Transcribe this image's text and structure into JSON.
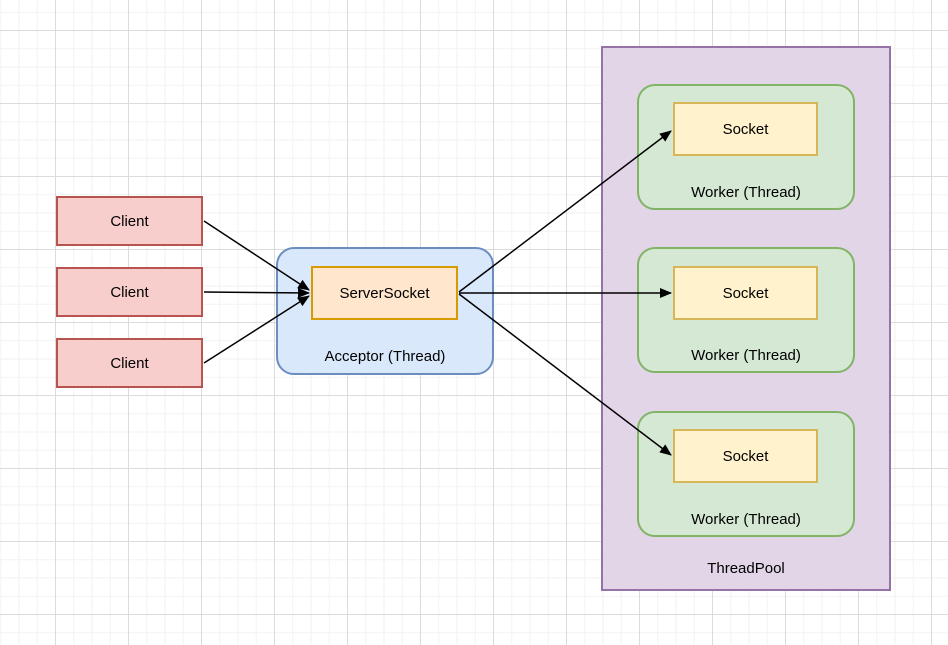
{
  "diagram": {
    "clients": [
      {
        "label": "Client"
      },
      {
        "label": "Client"
      },
      {
        "label": "Client"
      }
    ],
    "acceptor": {
      "label": "Acceptor (Thread)",
      "server_socket": {
        "label": "ServerSocket"
      }
    },
    "thread_pool": {
      "label": "ThreadPool",
      "workers": [
        {
          "label": "Worker (Thread)",
          "socket": {
            "label": "Socket"
          }
        },
        {
          "label": "Worker (Thread)",
          "socket": {
            "label": "Socket"
          }
        },
        {
          "label": "Worker (Thread)",
          "socket": {
            "label": "Socket"
          }
        }
      ]
    },
    "colors": {
      "client_fill": "#f8cecc",
      "client_stroke": "#b85450",
      "acceptor_fill": "#dae8fc",
      "acceptor_stroke": "#6c8ebf",
      "server_socket_fill": "#ffe6cc",
      "server_socket_stroke": "#d79b00",
      "thread_pool_fill": "#e1d5e7",
      "thread_pool_stroke": "#9673a6",
      "worker_fill": "#d5e8d4",
      "worker_stroke": "#82b366",
      "socket_fill": "#fff2cc",
      "socket_stroke": "#d6b656",
      "arrow": "#000000"
    }
  }
}
